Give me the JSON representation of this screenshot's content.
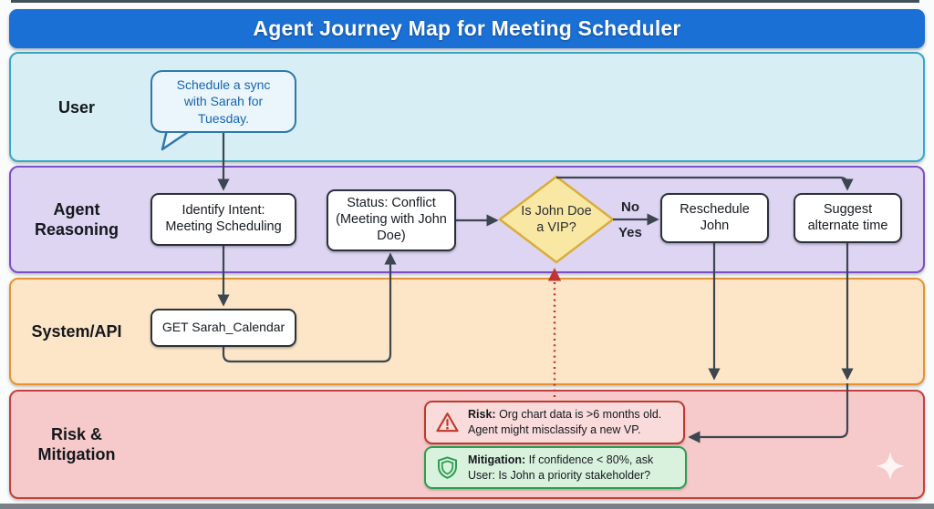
{
  "title": "Agent Journey Map for Meeting Scheduler",
  "lanes": [
    {
      "id": "user",
      "label": "User"
    },
    {
      "id": "agent",
      "label": "Agent Reasoning"
    },
    {
      "id": "system",
      "label": "System/API"
    },
    {
      "id": "risk",
      "label": "Risk & Mitigation"
    }
  ],
  "nodes": {
    "user_message": "Schedule a sync with Sarah for Tuesday.",
    "identify_intent": "Identify Intent: Meeting Scheduling",
    "status_conflict": "Status: Conflict (Meeting with John Doe)",
    "decision": "Is John Doe a VIP?",
    "edge_no": "No",
    "edge_yes": "Yes",
    "reschedule": "Reschedule John",
    "suggest": "Suggest alternate time",
    "get_calendar": "GET Sarah_Calendar"
  },
  "notes": {
    "risk": {
      "label": "Risk:",
      "line1": "Org chart data is >6 months old.",
      "line2": "Agent might misclassify a new VP."
    },
    "mitigation": {
      "label": "Mitigation:",
      "line1": "If confidence < 80%, ask",
      "line2": "User: Is John a priority stakeholder?"
    }
  },
  "colors": {
    "title_bar": "#1b70d5",
    "lane_user_bg": "#d7eef5",
    "lane_user_border": "#36a9c5",
    "lane_agent_bg": "#ded5f2",
    "lane_agent_border": "#7b4fc9",
    "lane_system_bg": "#fce6c7",
    "lane_system_border": "#e8922f",
    "lane_risk_bg": "#f6caca",
    "lane_risk_border": "#c4403d",
    "node_border": "#2b313a",
    "connector": "#3c4650",
    "dotted": "#c03430",
    "decision_bg": "#f9e8a4",
    "decision_border": "#d9ad3c",
    "bubble_bg": "#eaf5fc",
    "bubble_border": "#2e78ad",
    "bubble_text": "#1766ae",
    "risk_note_bg": "#f9dbdb",
    "risk_note_border": "#c0392b",
    "mit_note_bg": "#d9f2de",
    "mit_note_border": "#2d9e4f"
  }
}
